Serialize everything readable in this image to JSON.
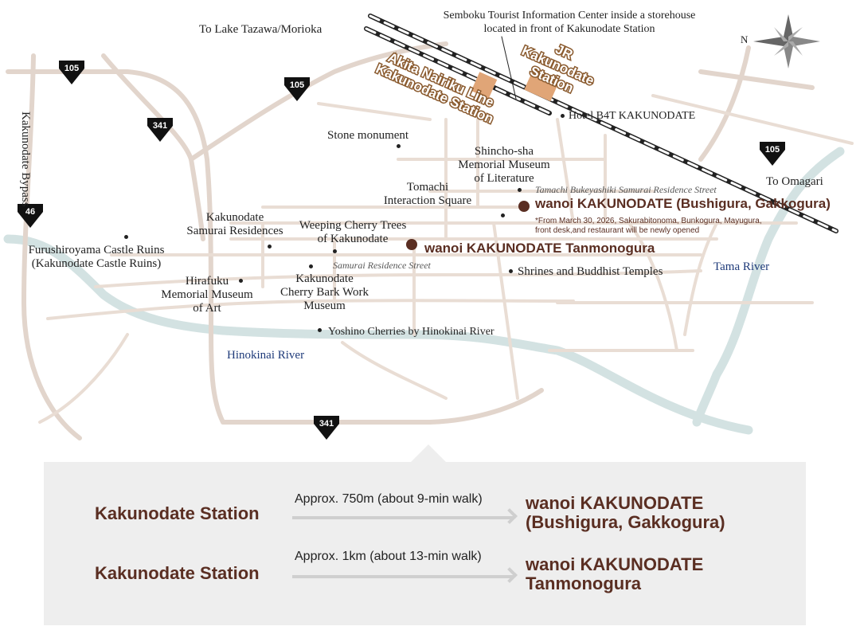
{
  "map": {
    "destinations": {
      "lake_tazawa": "To Lake Tazawa/Morioka",
      "omagari": "To Omagari"
    },
    "roads": {
      "bypass": "Kakunodate Bypass",
      "route_105": "105",
      "route_341": "341",
      "route_46": "46"
    },
    "stations": {
      "jr": "JR\nKakunodate\nStation",
      "akita_nairiku": "Akita Nairiku Line\nKakunodate Station"
    },
    "tourist_center": "Semboku Tourist Information Center inside a storehouse\nlocated in front of Kakunodate Station",
    "landmarks": {
      "hotel_b4t": "Hotel B4T KAKUNODATE",
      "stone_monument": "Stone monument",
      "shincho_sha": "Shincho-sha\nMemorial Museum\nof Literature",
      "tomachi_square": "Tomachi\nInteraction Square",
      "samurai_residences": "Kakunodate\nSamurai Residences",
      "weeping_cherry": "Weeping Cherry Trees\nof Kakunodate",
      "castle_ruins": "Furushiroyama Castle Ruins\n(Kakunodate Castle Ruins)",
      "hirafuku": "Hirafuku\nMemorial Museum\nof Art",
      "cherry_bark": "Kakunodate\nCherry Bark Work\nMuseum",
      "shrines": "Shrines and Buddhist Temples",
      "yoshino": "Yoshino Cherries by Hinokinai River"
    },
    "streets": {
      "tamachi": "Tamachi Bukeyashiki Samurai Residence Street",
      "samurai": "Samurai Residence Street"
    },
    "rivers": {
      "tama": "Tama River",
      "hinokinai": "Hinokinai River"
    },
    "hotels": {
      "bushigura": "wanoi KAKUNODATE (Bushigura, Gakkogura)",
      "bushigura_note": "*From March 30, 2026, Sakurabitonoma, Bunkogura, Mayugura,\n  front desk,and  restaurant will be newly opened",
      "tanmonogura": "wanoi KAKUNODATE Tanmonogura"
    },
    "compass": "N",
    "colors": {
      "road": "#e2d5cc",
      "river": "#d3e2e2",
      "hotel": "#5a2e22",
      "station_box": "#e0a577"
    }
  },
  "routes": [
    {
      "from": "Kakunodate Station",
      "distance": "Approx. 750m (about 9-min walk)",
      "to": "wanoi KAKUNODATE\n(Bushigura, Gakkogura)"
    },
    {
      "from": "Kakunodate Station",
      "distance": "Approx. 1km (about 13-min walk)",
      "to": "wanoi KAKUNODATE\nTanmonogura"
    }
  ]
}
